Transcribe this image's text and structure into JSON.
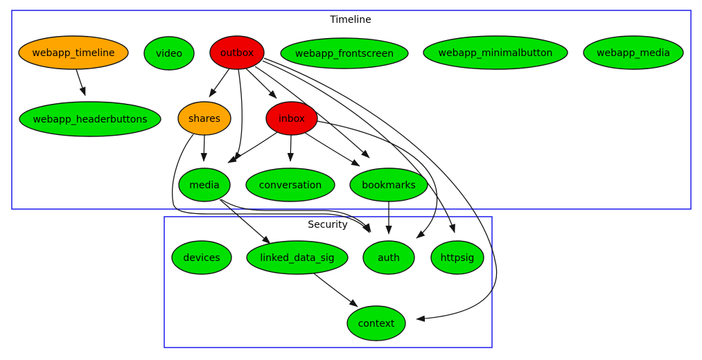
{
  "diagram": {
    "clusters": [
      {
        "id": "timeline",
        "label": "Timeline"
      },
      {
        "id": "security",
        "label": "Security"
      }
    ],
    "nodes": [
      {
        "id": "webapp_timeline",
        "label": "webapp_timeline",
        "cluster": "timeline",
        "color": "orange"
      },
      {
        "id": "video",
        "label": "video",
        "cluster": "timeline",
        "color": "green"
      },
      {
        "id": "outbox",
        "label": "outbox",
        "cluster": "timeline",
        "color": "red"
      },
      {
        "id": "webapp_frontscreen",
        "label": "webapp_frontscreen",
        "cluster": "timeline",
        "color": "green"
      },
      {
        "id": "webapp_minimalbutton",
        "label": "webapp_minimalbutton",
        "cluster": "timeline",
        "color": "green"
      },
      {
        "id": "webapp_media",
        "label": "webapp_media",
        "cluster": "timeline",
        "color": "green"
      },
      {
        "id": "webapp_headerbuttons",
        "label": "webapp_headerbuttons",
        "cluster": "timeline",
        "color": "green"
      },
      {
        "id": "shares",
        "label": "shares",
        "cluster": "timeline",
        "color": "orange"
      },
      {
        "id": "inbox",
        "label": "inbox",
        "cluster": "timeline",
        "color": "red"
      },
      {
        "id": "media",
        "label": "media",
        "cluster": "timeline",
        "color": "green"
      },
      {
        "id": "conversation",
        "label": "conversation",
        "cluster": "timeline",
        "color": "green"
      },
      {
        "id": "bookmarks",
        "label": "bookmarks",
        "cluster": "timeline",
        "color": "green"
      },
      {
        "id": "devices",
        "label": "devices",
        "cluster": "security",
        "color": "green"
      },
      {
        "id": "linked_data_sig",
        "label": "linked_data_sig",
        "cluster": "security",
        "color": "green"
      },
      {
        "id": "auth",
        "label": "auth",
        "cluster": "security",
        "color": "green"
      },
      {
        "id": "httpsig",
        "label": "httpsig",
        "cluster": "security",
        "color": "green"
      },
      {
        "id": "context",
        "label": "context",
        "cluster": "security",
        "color": "green"
      }
    ],
    "edges": [
      {
        "from": "webapp_timeline",
        "to": "webapp_headerbuttons"
      },
      {
        "from": "outbox",
        "to": "shares"
      },
      {
        "from": "outbox",
        "to": "inbox"
      },
      {
        "from": "outbox",
        "to": "media"
      },
      {
        "from": "outbox",
        "to": "bookmarks"
      },
      {
        "from": "outbox",
        "to": "httpsig"
      },
      {
        "from": "outbox",
        "to": "context"
      },
      {
        "from": "inbox",
        "to": "media"
      },
      {
        "from": "inbox",
        "to": "conversation"
      },
      {
        "from": "inbox",
        "to": "bookmarks"
      },
      {
        "from": "inbox",
        "to": "auth"
      },
      {
        "from": "shares",
        "to": "media"
      },
      {
        "from": "shares",
        "to": "auth"
      },
      {
        "from": "media",
        "to": "linked_data_sig"
      },
      {
        "from": "media",
        "to": "auth"
      },
      {
        "from": "bookmarks",
        "to": "auth"
      },
      {
        "from": "linked_data_sig",
        "to": "context"
      }
    ],
    "colors": {
      "green": "#00e000",
      "orange": "#ffa500",
      "red": "#ee0000",
      "cluster_border": "#2a2aee",
      "node_border": "#141414",
      "edge": "#141414",
      "background": "#ffffff"
    }
  }
}
